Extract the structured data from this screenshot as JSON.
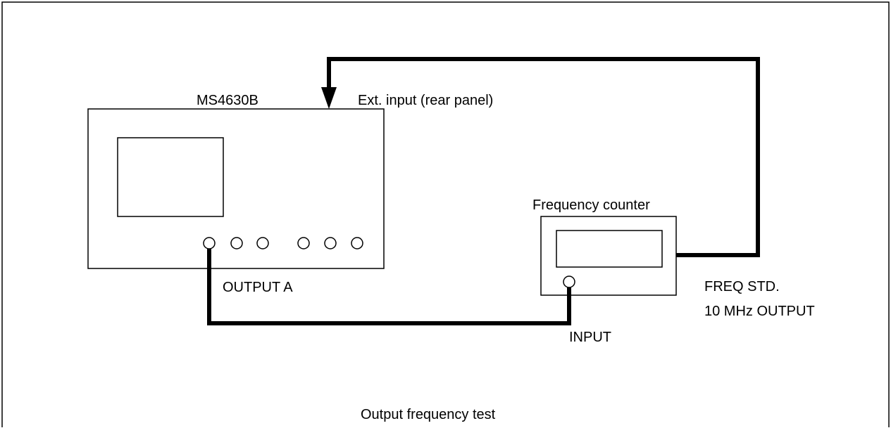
{
  "diagram": {
    "caption": "Output frequency test",
    "device": {
      "name": "MS4630B",
      "ext_input_label": "Ext. input (rear panel)",
      "output_label": "OUTPUT A"
    },
    "counter": {
      "name": "Frequency counter",
      "input_label": "INPUT",
      "freq_std_line1": "FREQ STD.",
      "freq_std_line2": "10 MHz OUTPUT"
    }
  }
}
